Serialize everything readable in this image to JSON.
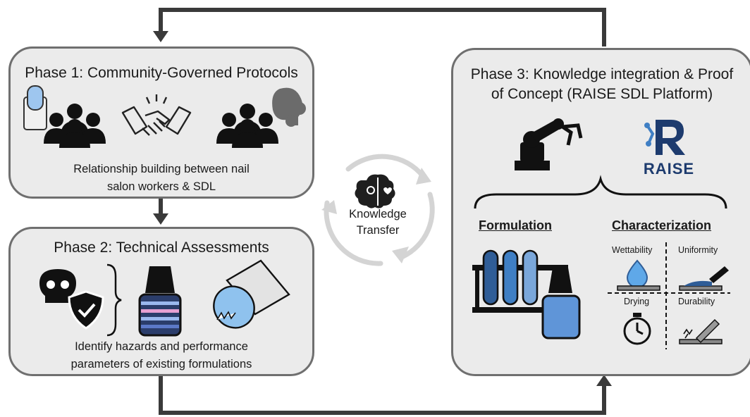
{
  "phase1": {
    "title": "Phase 1: Community-Governed Protocols",
    "caption_line1": "Relationship building between nail",
    "caption_line2": "salon workers & SDL"
  },
  "phase2": {
    "title": "Phase 2: Technical Assessments",
    "caption_line1": "Identify hazards and performance",
    "caption_line2": "parameters of existing formulations"
  },
  "phase3": {
    "title_line1": "Phase 3: Knowledge integration & Proof",
    "title_line2": "of Concept (RAISE SDL Platform)",
    "logo_text": "RAISE",
    "formulation": "Formulation",
    "characterization": "Characterization",
    "wettability": "Wettability",
    "uniformity": "Uniformity",
    "drying": "Drying",
    "durability": "Durability"
  },
  "center": {
    "line1": "Knowledge",
    "line2": "Transfer"
  },
  "colors": {
    "box_fill": "#ebebeb",
    "box_border": "#6f6f6f",
    "arrow": "#3a3a3a",
    "accent_blue": "#3f7fc4",
    "cycle_gray": "#d4d4d4"
  }
}
